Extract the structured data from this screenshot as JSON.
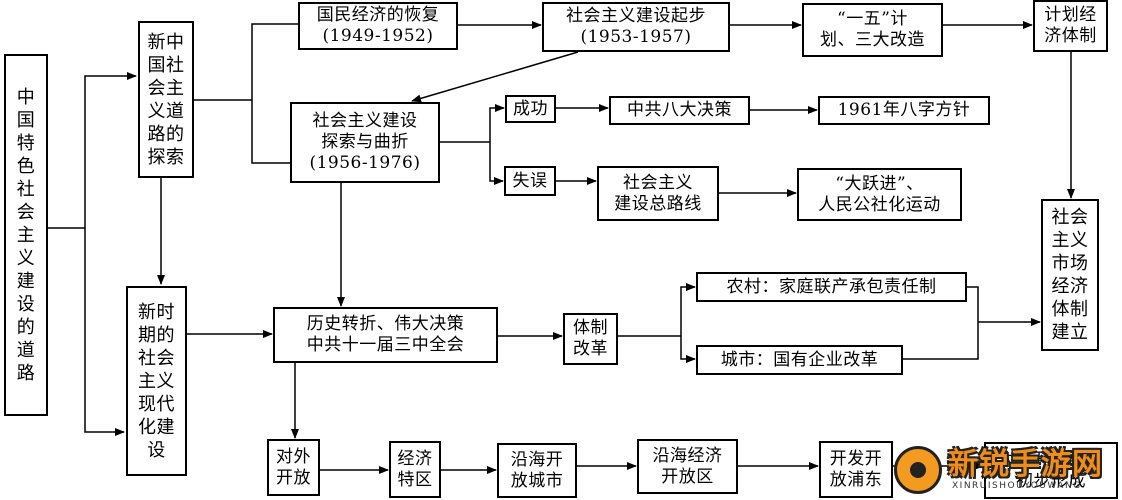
{
  "nodes": {
    "root": "中国特色社会主义建设的道路",
    "explore": "新中国社会主义道路的探索",
    "newera": "新时期的社会主义现代化建设",
    "recovery": "国民经济的恢复\n(1949-1952)",
    "start": "社会主义建设起步\n(1953-1957)",
    "fiveyear": "“一五”计\n划、三大改造",
    "planned": "计划经\n济体制",
    "twists": "社会主义建设\n探索与曲折\n(1956-1976)",
    "success": "成功",
    "eighth": "中共八大决策",
    "policy1961": "1961年八字方针",
    "mistake": "失误",
    "generalline": "社会主义\n建设总路线",
    "leap": "“大跃进”、\n人民公社化运动",
    "market": "社会主义市场经济体制建立",
    "turn": "历史转折、伟大决策\n中共十一届三中全会",
    "reform": "体制\n改革",
    "rural": "农村：家庭联产承包责任制",
    "urban": "城市：国有企业改革",
    "opening": "对外\n开放",
    "sez": "经济\n特区",
    "coastcity": "沿海开\n放城市",
    "coastzone": "沿海经济\n开放区",
    "pudong": "开发开\n放浦东",
    "pattern": "对外开放格局\n初步形成"
  },
  "watermark": {
    "text": "新锐手游网",
    "sub": "XINRUISHOUYOUWANG"
  }
}
